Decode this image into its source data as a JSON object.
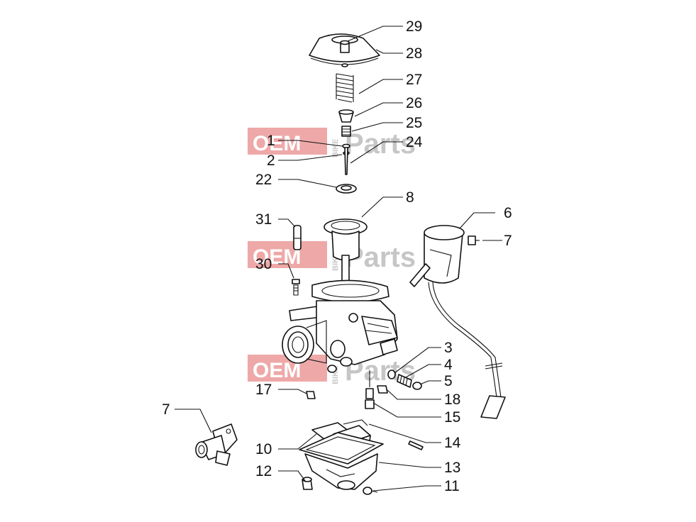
{
  "watermark": {
    "primary": "OEM",
    "vertical": "BIKE",
    "secondary": "Parts"
  },
  "callouts": [
    {
      "id": "c29",
      "label": "29"
    },
    {
      "id": "c28",
      "label": "28"
    },
    {
      "id": "c27",
      "label": "27"
    },
    {
      "id": "c26",
      "label": "26"
    },
    {
      "id": "c25",
      "label": "25"
    },
    {
      "id": "c1",
      "label": "1"
    },
    {
      "id": "c24",
      "label": "24"
    },
    {
      "id": "c2",
      "label": "2"
    },
    {
      "id": "c22",
      "label": "22"
    },
    {
      "id": "c8",
      "label": "8"
    },
    {
      "id": "c6",
      "label": "6"
    },
    {
      "id": "c7a",
      "label": "7"
    },
    {
      "id": "c31",
      "label": "31"
    },
    {
      "id": "c30",
      "label": "30"
    },
    {
      "id": "c3",
      "label": "3"
    },
    {
      "id": "c4",
      "label": "4"
    },
    {
      "id": "c5",
      "label": "5"
    },
    {
      "id": "c17",
      "label": "17"
    },
    {
      "id": "c18",
      "label": "18"
    },
    {
      "id": "c7b",
      "label": "7"
    },
    {
      "id": "c15",
      "label": "15"
    },
    {
      "id": "c14",
      "label": "14"
    },
    {
      "id": "c10",
      "label": "10"
    },
    {
      "id": "c13",
      "label": "13"
    },
    {
      "id": "c12",
      "label": "12"
    },
    {
      "id": "c11",
      "label": "11"
    }
  ]
}
